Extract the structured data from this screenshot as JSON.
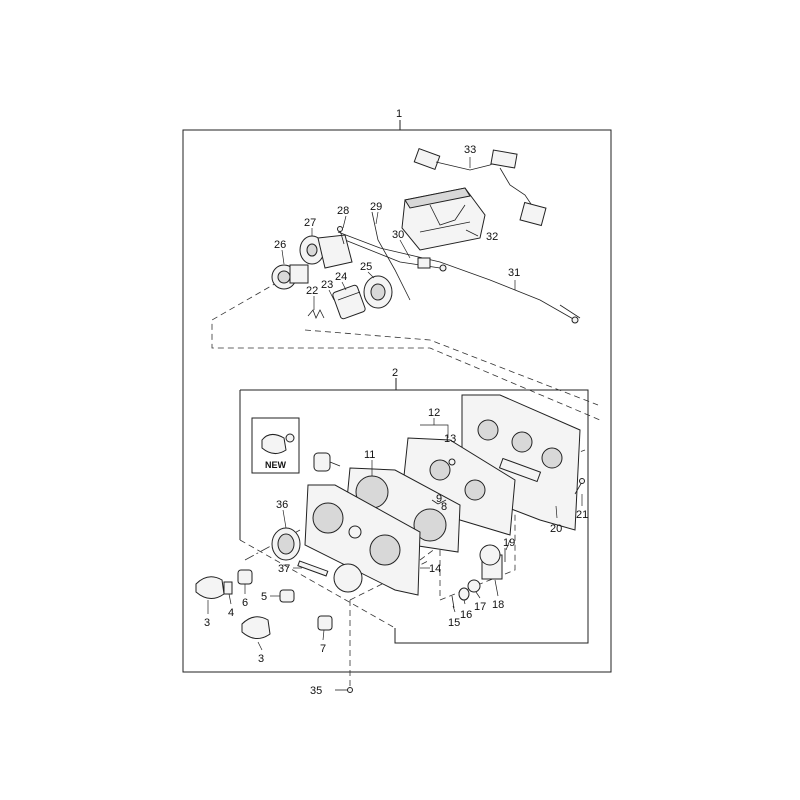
{
  "diagram": {
    "callouts": {
      "c1": "1",
      "c2": "2",
      "c3a": "3",
      "c3b": "3",
      "c4": "4",
      "c5": "5",
      "c6": "6",
      "c7": "7",
      "c8": "8",
      "c9": "9",
      "c11": "11",
      "c12": "12",
      "c13": "13",
      "c14": "14",
      "c15": "15",
      "c16": "16",
      "c17": "17",
      "c18": "18",
      "c19": "19",
      "c20": "20",
      "c21": "21",
      "c22": "22",
      "c23": "23",
      "c24": "24",
      "c25": "25",
      "c26": "26",
      "c27": "27",
      "c28": "28",
      "c29": "29",
      "c30": "30",
      "c31": "31",
      "c32": "32",
      "c33": "33",
      "c35": "35",
      "c36": "36",
      "c37": "37"
    },
    "new_badge": "NEW"
  }
}
